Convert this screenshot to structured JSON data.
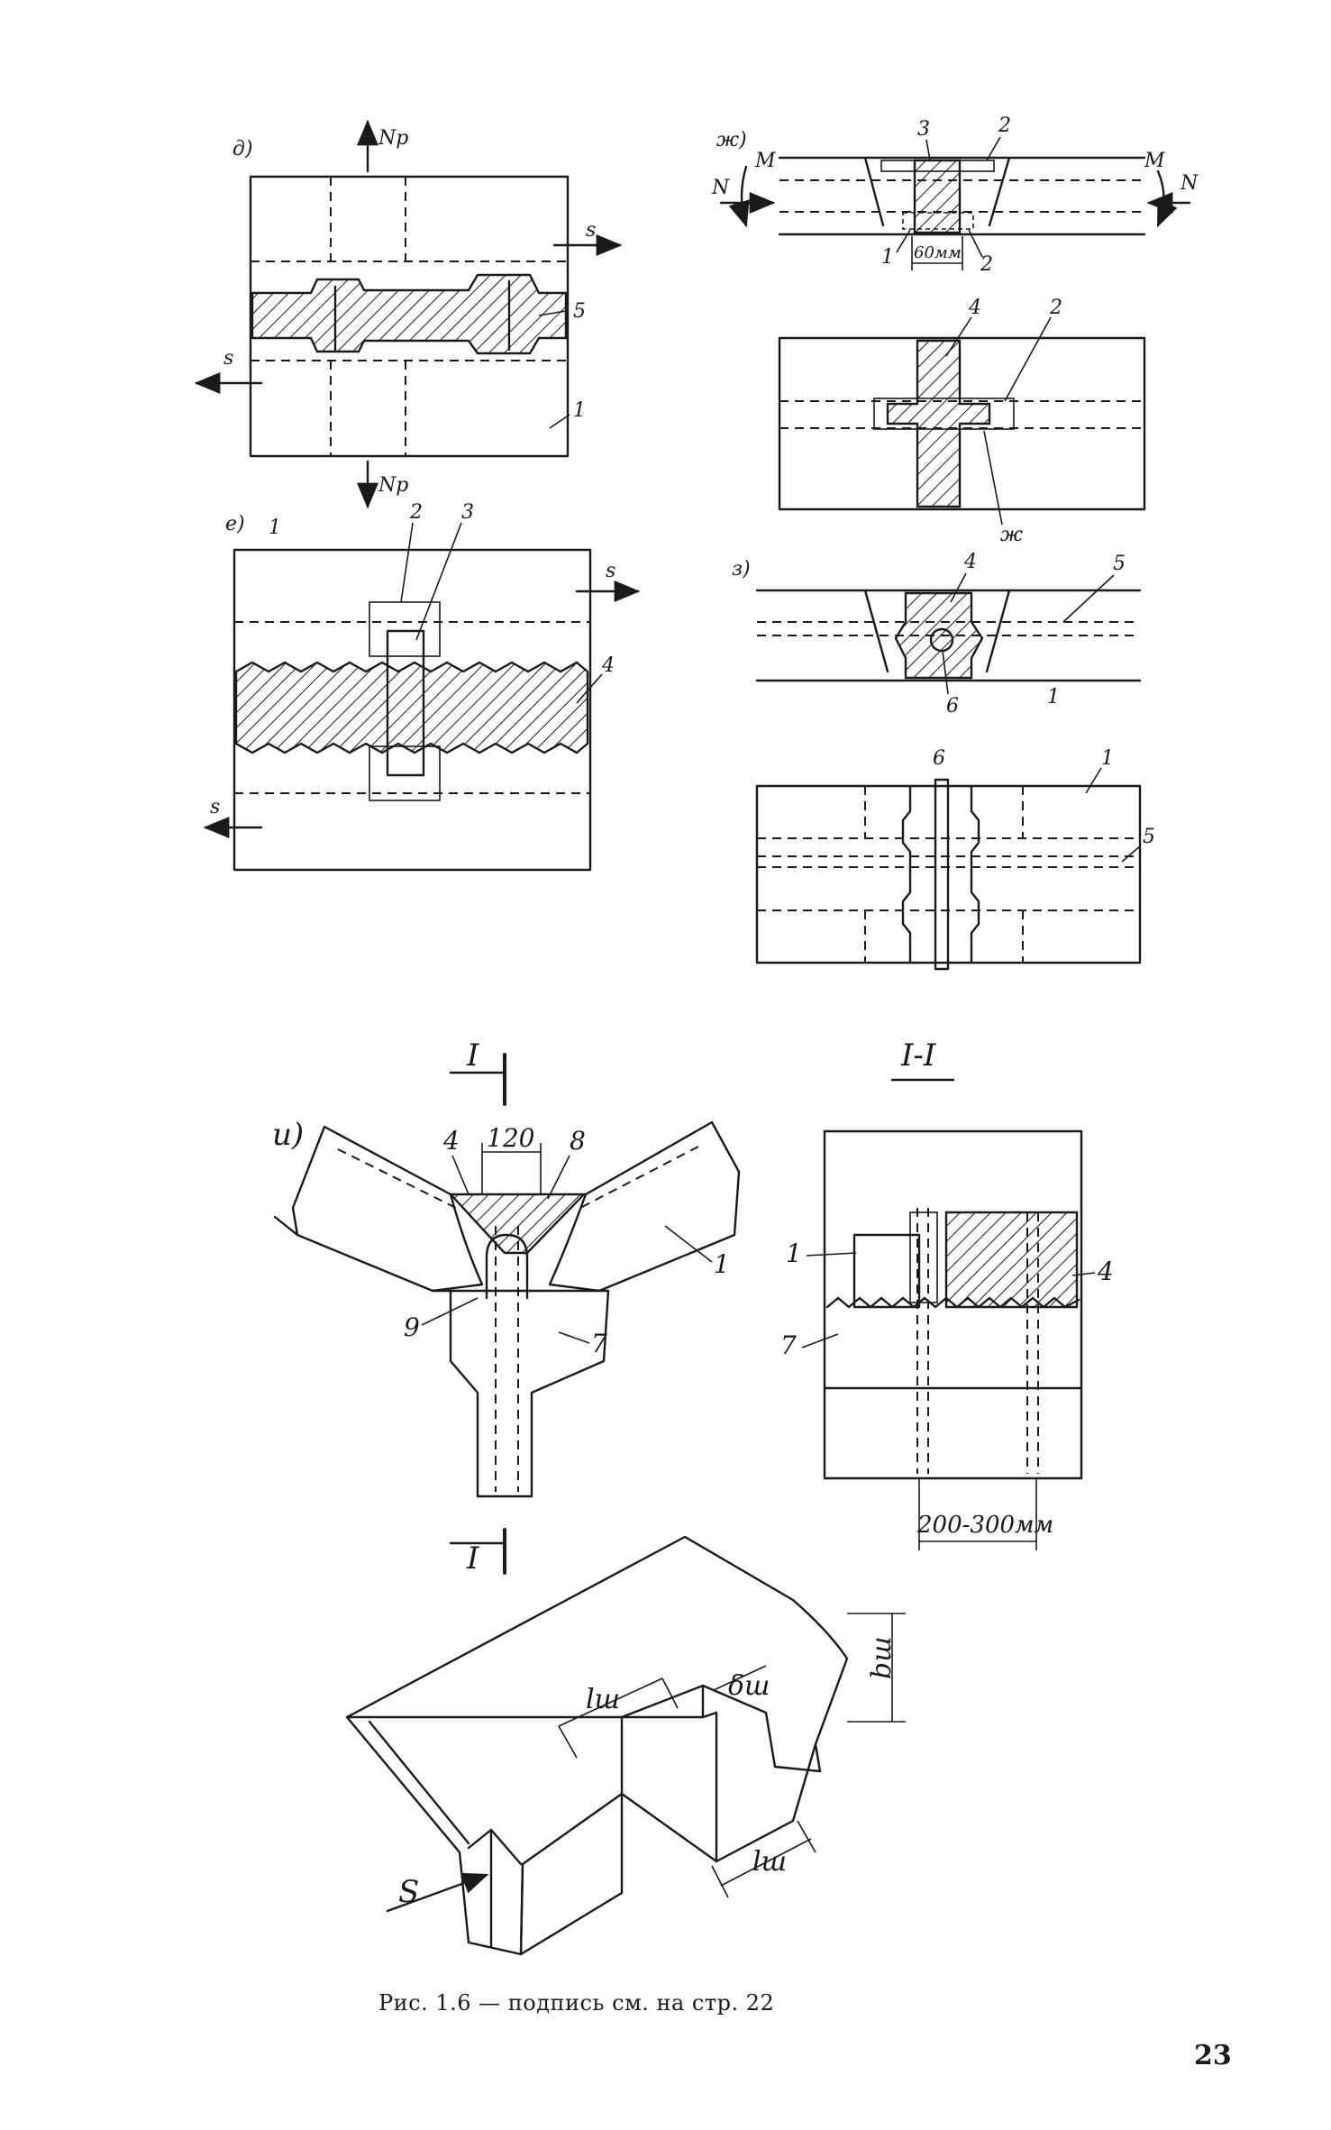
{
  "figure": {
    "caption": "Рис. 1.6 — подпись см. на стр. 22",
    "page_number": "23"
  },
  "panels": {
    "d": {
      "letter": "д)",
      "force_top": "Np",
      "force_bottom": "Np",
      "shear_right": "s",
      "shear_left": "s",
      "callouts": [
        "5",
        "1"
      ]
    },
    "zh": {
      "letter": "ж)",
      "moment_left": "M",
      "moment_right": "M",
      "normal_left": "N",
      "normal_right": "N",
      "callouts_section": [
        "3",
        "2",
        "1",
        "2"
      ],
      "dimension": "60мм",
      "callouts_plan": [
        "4",
        "2",
        "ж"
      ]
    },
    "e": {
      "letter": "е)",
      "shear_right": "s",
      "shear_left": "s",
      "callouts": [
        "1",
        "2",
        "3",
        "4"
      ]
    },
    "z": {
      "letter": "з)",
      "callouts_section": [
        "4",
        "5",
        "6",
        "1"
      ],
      "callouts_plan": [
        "6",
        "1",
        "5"
      ]
    },
    "i": {
      "letter": "и)",
      "section_mark": "I",
      "dimension": "120",
      "callouts": [
        "4",
        "8",
        "1",
        "9",
        "7"
      ]
    },
    "section_I": {
      "title": "I-I",
      "callouts": [
        "1",
        "4",
        "7"
      ],
      "dimension": "200-300мм"
    },
    "key": {
      "shear": "S",
      "length_top": "lш",
      "depth": "δш",
      "height": "bш",
      "length_bottom": "lш"
    }
  }
}
